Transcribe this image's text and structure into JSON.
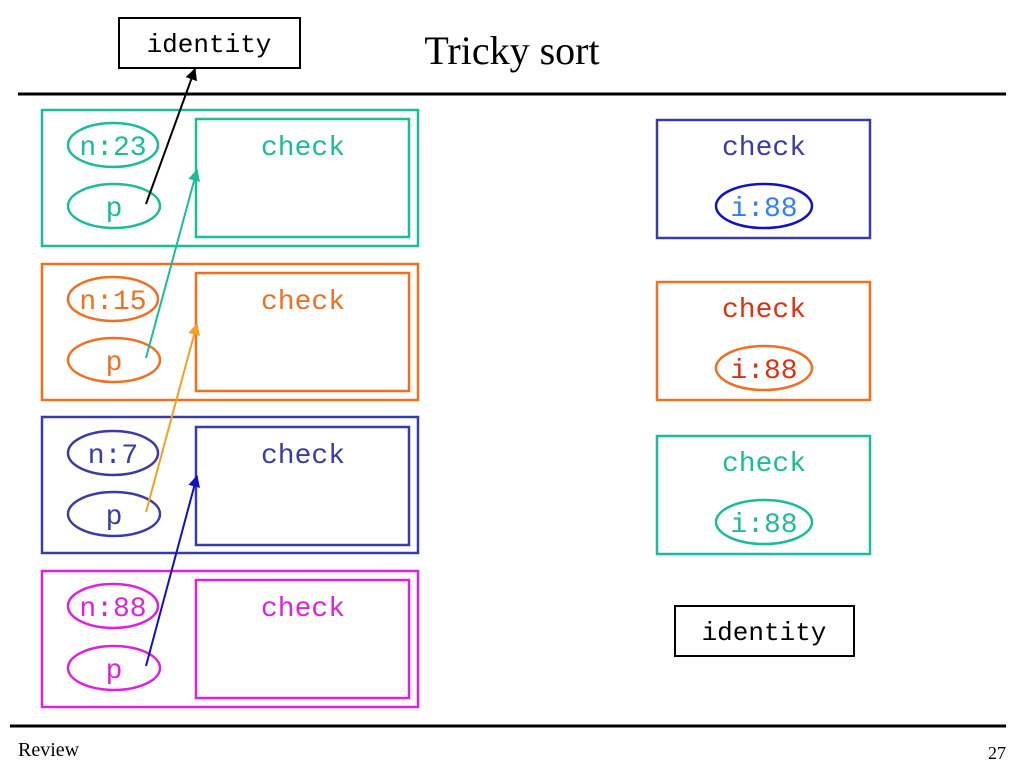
{
  "title": "Tricky sort",
  "identity_top_label": "identity",
  "identity_bottom_label": "identity",
  "footer": {
    "left": "Review",
    "page_number": "27"
  },
  "colors": {
    "teal": "#1abc9c",
    "orange": "#f07020",
    "blue": "#3a3aaa",
    "magenta": "#e020e0",
    "arrow_orange": "#f5a020",
    "arrow_blue": "#1010cc",
    "light_blue_text": "#2f80ff",
    "red_text": "#e03010",
    "black": "#000000"
  },
  "frames": [
    {
      "n_label": "n:23",
      "p_label": "p",
      "check_label": "check",
      "color": "teal"
    },
    {
      "n_label": "n:15",
      "p_label": "p",
      "check_label": "check",
      "color": "orange"
    },
    {
      "n_label": "n:7",
      "p_label": "p",
      "check_label": "check",
      "color": "blue"
    },
    {
      "n_label": "n:88",
      "p_label": "p",
      "check_label": "check",
      "color": "magenta"
    }
  ],
  "closures": [
    {
      "check_label": "check",
      "i_label": "i:88",
      "color": "blue"
    },
    {
      "check_label": "check",
      "i_label": "i:88",
      "color": "orange"
    },
    {
      "check_label": "check",
      "i_label": "i:88",
      "color": "teal"
    }
  ]
}
